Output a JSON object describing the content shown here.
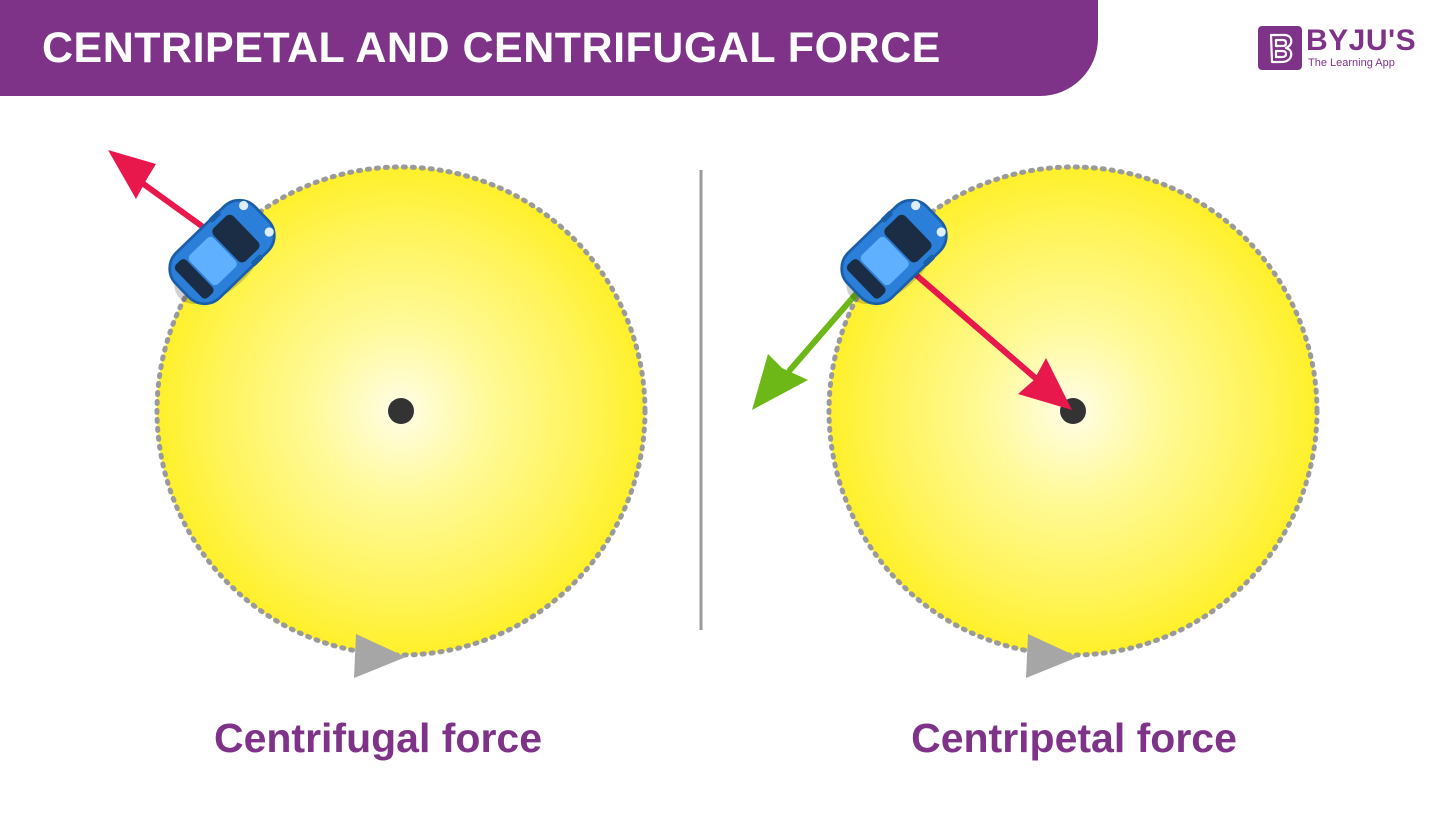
{
  "header": {
    "title": "CENTRIPETAL AND CENTRIFUGAL FORCE"
  },
  "logo": {
    "name": "BYJU'S",
    "tagline": "The Learning App",
    "icon": "byjus-logo-icon"
  },
  "panels": [
    {
      "caption": "Centrifugal force",
      "force_direction": "outward"
    },
    {
      "caption": "Centripetal force",
      "force_direction": "inward"
    }
  ],
  "colors": {
    "brand_purple": "#7e3389",
    "circle_yellow": "#fff22e",
    "force_arrow_red": "#e8174c",
    "tangent_arrow_green": "#6db817",
    "car_blue": "#2b7fd9",
    "path_gray": "#9a9a9a"
  }
}
